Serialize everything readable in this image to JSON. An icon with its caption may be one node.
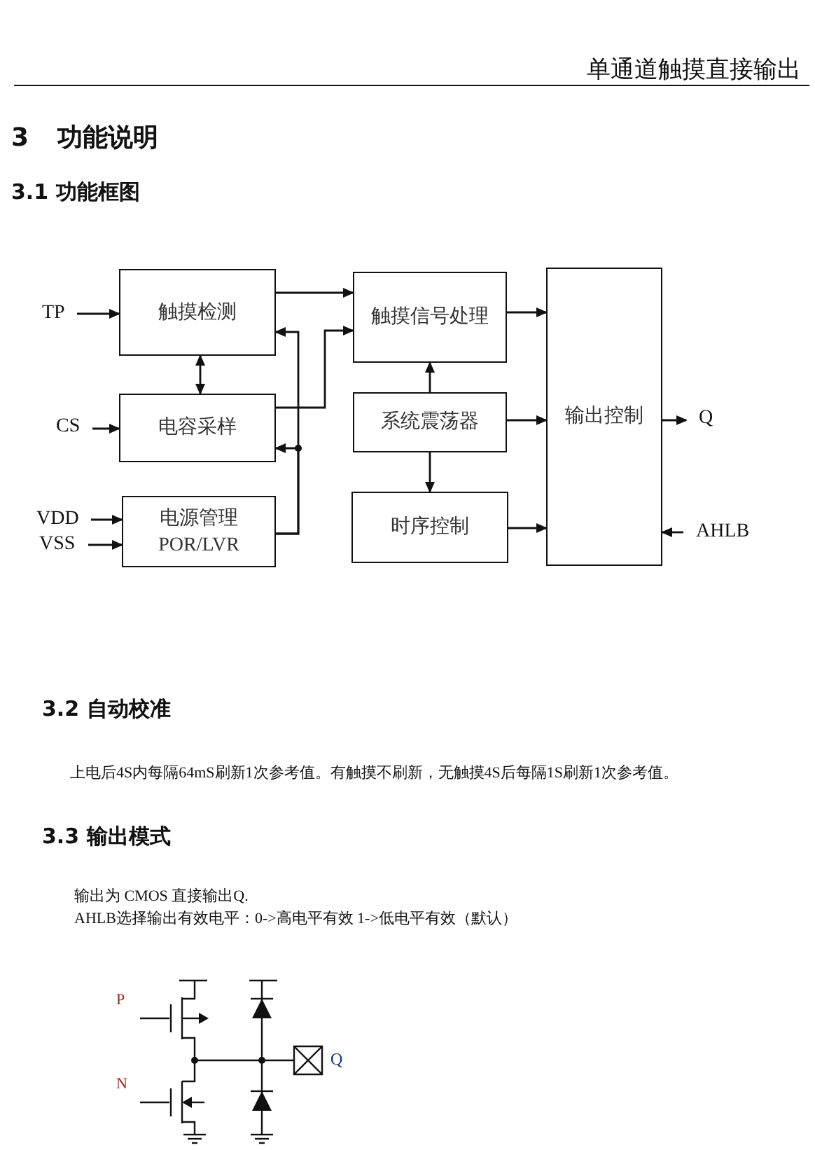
{
  "diagram": {
    "nodes": [
      {
        "text": [
          "TP"
        ]
      },
      {
        "text": [
          "触摸检测"
        ]
      },
      {
        "text": [
          "CS"
        ]
      },
      {
        "text": [
          "电容采样"
        ]
      },
      {
        "text": [
          "VDD"
        ]
      },
      {
        "text": [
          "VSS"
        ]
      },
      {
        "text": [
          "电源管理",
          "POR/LVR"
        ]
      },
      {
        "text": [
          "触摸信号处理"
        ]
      },
      {
        "text": [
          "系统震荡器"
        ]
      },
      {
        "text": [
          "时序控制"
        ]
      },
      {
        "text": [
          "输出控制"
        ]
      },
      {
        "text": [
          "Q"
        ]
      },
      {
        "text": [
          "AHLB"
        ]
      }
    ],
    "edges": [
      {
        "from": 0,
        "to": 1,
        "arrow": "to"
      },
      {
        "from": 2,
        "to": 3,
        "arrow": "to"
      },
      {
        "from": 4,
        "to": 6,
        "arrow": "to"
      },
      {
        "from": 5,
        "to": 6,
        "arrow": "to"
      },
      {
        "from": 1,
        "to": 3,
        "arrow": "both"
      },
      {
        "from": 1,
        "to": 7,
        "arrow": "to"
      },
      {
        "from": 3,
        "to": 7,
        "arrow": "to"
      },
      {
        "from": 6,
        "to": 1,
        "arrow": "to"
      },
      {
        "from": 6,
        "to": 3,
        "arrow": "to"
      },
      {
        "from": 8,
        "to": 7,
        "arrow": "to"
      },
      {
        "from": 8,
        "to": 10,
        "arrow": "to"
      },
      {
        "from": 8,
        "to": 9,
        "arrow": "to"
      },
      {
        "from": 7,
        "to": 10,
        "arrow": "to"
      },
      {
        "from": 9,
        "to": 10,
        "arrow": "to"
      },
      {
        "from": 10,
        "to": 11,
        "arrow": "to"
      },
      {
        "from": 12,
        "to": 10,
        "arrow": "to"
      }
    ],
    "labels": [
      "单通道触摸直接输出",
      "3 功能说明",
      "3.1 功能框图",
      "3.2 自动校准",
      "上电后4S内每隔64mS刷新1次参考值。有触摸不刷新，无触摸4S后每隔1S刷新1次参考值。",
      "3.3 输出模式",
      "输出为 CMOS 直接输出Q.",
      "AHLB选择输出有效电平：0->高电平有效  1->低电平有效（默认）",
      "P",
      "N",
      "Q"
    ]
  }
}
